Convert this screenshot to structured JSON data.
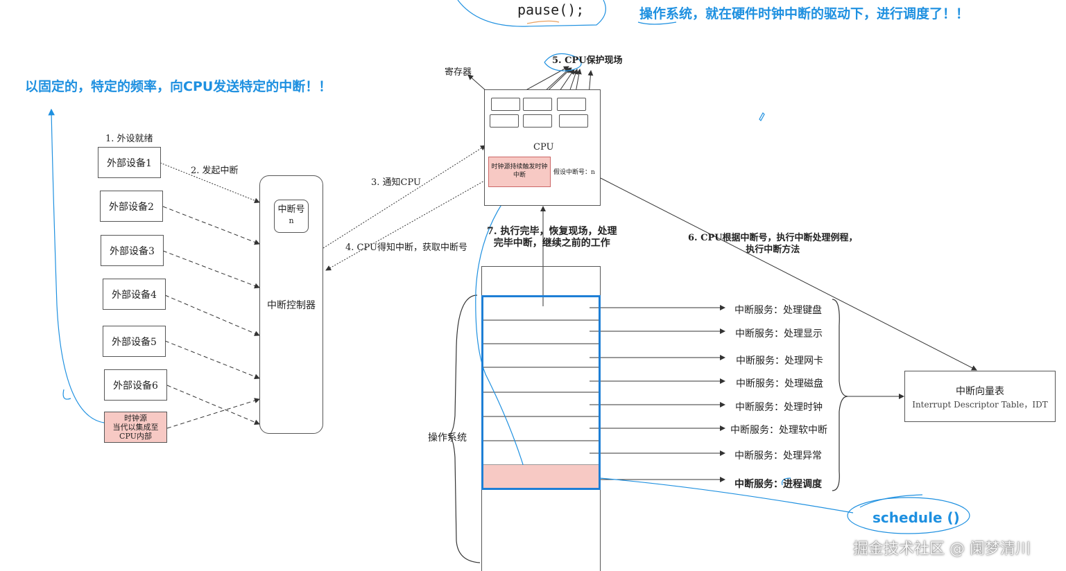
{
  "code_snippet": "pause();",
  "top_note": "操作系统，就在硬件时钟中断的驱动下，进行调度了！！",
  "left_note": "以固定的，特定的频率，向CPU发送特定的中断！！",
  "steps": {
    "step1": "1. 外设就绪",
    "step2": "2. 发起中断",
    "step3": "3. 通知CPU",
    "step4": "4. CPU得知中断，获取中断号",
    "step5": "5. CPU保护现场",
    "step6_line1": "6. CPU根据中断号，执行中断处理例程，",
    "step6_line2": "执行中断方法",
    "step7_line1": "7. 执行完毕，恢复现场，处理",
    "step7_line2": "完毕中断，继续之前的工作"
  },
  "devices": [
    "外部设备1",
    "外部设备2",
    "外部设备3",
    "外部设备4",
    "外部设备5",
    "外部设备6"
  ],
  "clock_source": {
    "line1": "时钟源",
    "line2": "当代以集成至",
    "line3": "CPU内部"
  },
  "interrupt_controller": {
    "label": "中断控制器",
    "number_label": "中断号",
    "number_value": "n"
  },
  "cpu": {
    "label": "CPU",
    "registers_label": "寄存器",
    "clock_trigger": "时钟源持续触发时钟中断",
    "assumed_number": "假设中断号：n"
  },
  "os_label": "操作系统",
  "services": [
    "中断服务：处理键盘",
    "中断服务：处理显示",
    "中断服务：处理网卡",
    "中断服务：处理磁盘",
    "中断服务：处理时钟",
    "中断服务：处理软中断",
    "中断服务：处理异常",
    "中断服务：进程调度"
  ],
  "idt": {
    "title": "中断向量表",
    "subtitle": "Interrupt Descriptor Table，IDT"
  },
  "schedule_label": "schedule ()",
  "watermark": "掘金技术社区 @ 阑梦清川",
  "colors": {
    "annotation_blue": "#1e90e0",
    "highlight_pink": "#f7c9c4",
    "table_border_blue": "#1e7fd6",
    "line_gray": "#444444"
  }
}
